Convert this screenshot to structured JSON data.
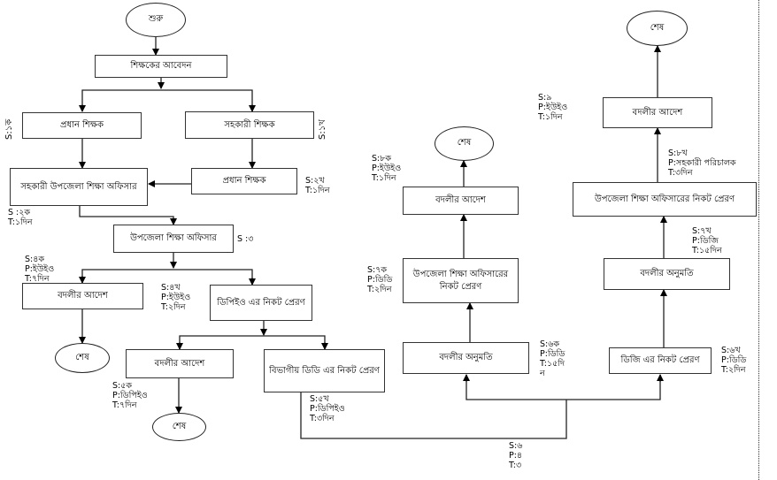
{
  "nodes": {
    "start": "শুরু",
    "application": "শিক্ষকের আবেদন",
    "head_teacher_left": "প্রধান শিক্ষক",
    "assistant_teacher": "সহকারী শিক্ষক",
    "assistant_upazila_officer": "সহকারী উপজেলা শিক্ষা অফিসার",
    "head_teacher_right": "প্রধান শিক্ষক",
    "upazila_officer": "উপজেলা শিক্ষা অফিসার",
    "transfer_order_1": "বদলীর আদেশ",
    "end_1": "শেষ",
    "send_to_dpeo": "ডিপিইও এর নিকট প্রেরণ",
    "transfer_order_2": "বদলীর আদেশ",
    "end_2": "শেষ",
    "send_to_divisional_dd": "বিভাগীয় ডিডি এর নিকট প্রেরণ",
    "transfer_permission_1": "বদলীর অনুমতি",
    "send_to_upazila_officer_1": "উপজেলা শিক্ষা অফিসারের নিকট প্রেরণ",
    "transfer_order_3": "বদলীর আদেশ",
    "end_3": "শেষ",
    "send_to_dg": "ডিজি এর নিকট প্রেরণ",
    "transfer_permission_2": "বদলীর অনুমতি",
    "send_to_upazila_officer_2": "উপজেলা শিক্ষা অফিসারের নিকট প্রেরণ",
    "transfer_order_4": "বদলীর আদেশ",
    "end_4": "শেষ"
  },
  "annotations": {
    "s1k": "S:১ক",
    "s1kh": "S:১খ",
    "s2kh": [
      "S:২খ",
      "T:১দিন"
    ],
    "s2k": [
      "S :২ক",
      "T:১দিন"
    ],
    "s3": "S :৩",
    "s4k": [
      "S:৪ক",
      "P:ইউইও",
      "T:৭দিন"
    ],
    "s4kh": [
      "S:৪খ",
      "P:ইউইও",
      "T:২দিন"
    ],
    "s5k": [
      "S:৫ক",
      "P:ডিপিইও",
      "T:৭দিন"
    ],
    "s5kh": [
      "S:৫খ",
      "P:ডিপিইও",
      "T:৩দিন"
    ],
    "s6": [
      "S:৬",
      "P:৪",
      "T:৩"
    ],
    "s6k": [
      "S:৬ক",
      "P:ডিডি",
      "T:১৫দি",
      "ন"
    ],
    "s6kh": [
      "S:৬খ",
      "P:ডিডি",
      "T:২দিন"
    ],
    "s7k": [
      "S:৭ক",
      "P:ডিডি",
      "T:২দিন"
    ],
    "s7kh": [
      "S:৭খ",
      "P:ডিজি",
      "T:১৫দিন"
    ],
    "s8k": [
      "S:৮ক",
      "P:ইউইও",
      "T:১দিন"
    ],
    "s8kh": [
      "S:৮খ",
      "P:সহকারী পরিচালক",
      "T:৩দিন"
    ],
    "s9": [
      "S:৯",
      "P:ইউইও",
      "T:১দিন"
    ]
  }
}
